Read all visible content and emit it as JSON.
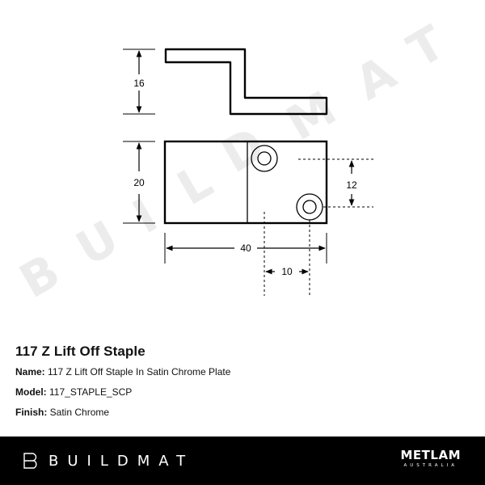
{
  "watermark": {
    "text": "BUILDMAT",
    "letters": [
      "B",
      "U",
      "I",
      "L",
      "D",
      "M",
      "A",
      "T"
    ],
    "color": "#ececec"
  },
  "drawing": {
    "dimensions": {
      "side_height": "16",
      "front_height": "20",
      "hole_spacing_vertical": "12",
      "overall_width": "40",
      "hole_offset": "10"
    }
  },
  "product": {
    "title": "117 Z Lift Off Staple",
    "name_label": "Name:",
    "name_value": "117 Z Lift Off Staple In Satin Chrome Plate",
    "model_label": "Model:",
    "model_value": "117_STAPLE_SCP",
    "finish_label": "Finish:",
    "finish_value": "Satin Chrome"
  },
  "footer": {
    "brand": "BUILDMAT",
    "partner": "METLAM",
    "partner_sub": "AUSTRALIA",
    "background": "#000000"
  }
}
